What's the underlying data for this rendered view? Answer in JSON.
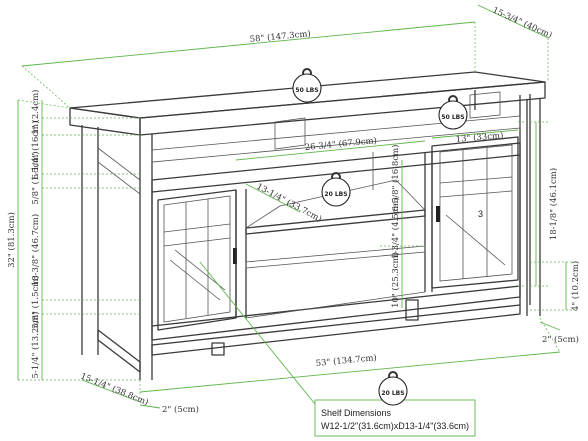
{
  "dimensions": {
    "width_top": "58\" (147.3cm)",
    "depth_top": "15-3/4\" (40cm)",
    "top_thickness": "1\" (2.4cm)",
    "upper_gap": "6-1/4\" (16cm)",
    "rail": "5/8\" (1.5cm)",
    "cabinet_height": "18-3/8\" (46.7cm)",
    "lower_rail": "5/8\" (1.5cm)",
    "overall_height": "32\" (81.3cm)",
    "bottom_clearance": "5-1/4\" (13.2cm)",
    "center_opening_width": "26-3/4\" (67.9cm)",
    "center_upper_height": "6-5/8\" (16.8cm)",
    "shelf_depth": "13-1/4\" (33.7cm)",
    "shelf_gap": "1-3/4\" (4.5cm)",
    "center_lower_height": "10\" (25.3cm)",
    "door_width": "13\" (33cm)",
    "door_height": "18-1/8\" (46.1cm)",
    "foot_height": "4\" (10.2cm)",
    "leg_width_right": "2\" (5cm)",
    "bottom_width": "53\" (134.7cm)",
    "bottom_depth": "15-1/4\" (38.8cm)",
    "leg_width_bottom": "2\" (5cm)"
  },
  "weights": {
    "top": "50 LBS",
    "upper_shelf": "50 LBS",
    "center_shelf": "20 LBS",
    "bottom_shelf": "20 LBS"
  },
  "shelf_note": {
    "title": "Shelf Dimensions",
    "value": "W12-1/2\"(31.6cm)xD13-1/4\"(33.6cm)"
  },
  "door_number": "3"
}
